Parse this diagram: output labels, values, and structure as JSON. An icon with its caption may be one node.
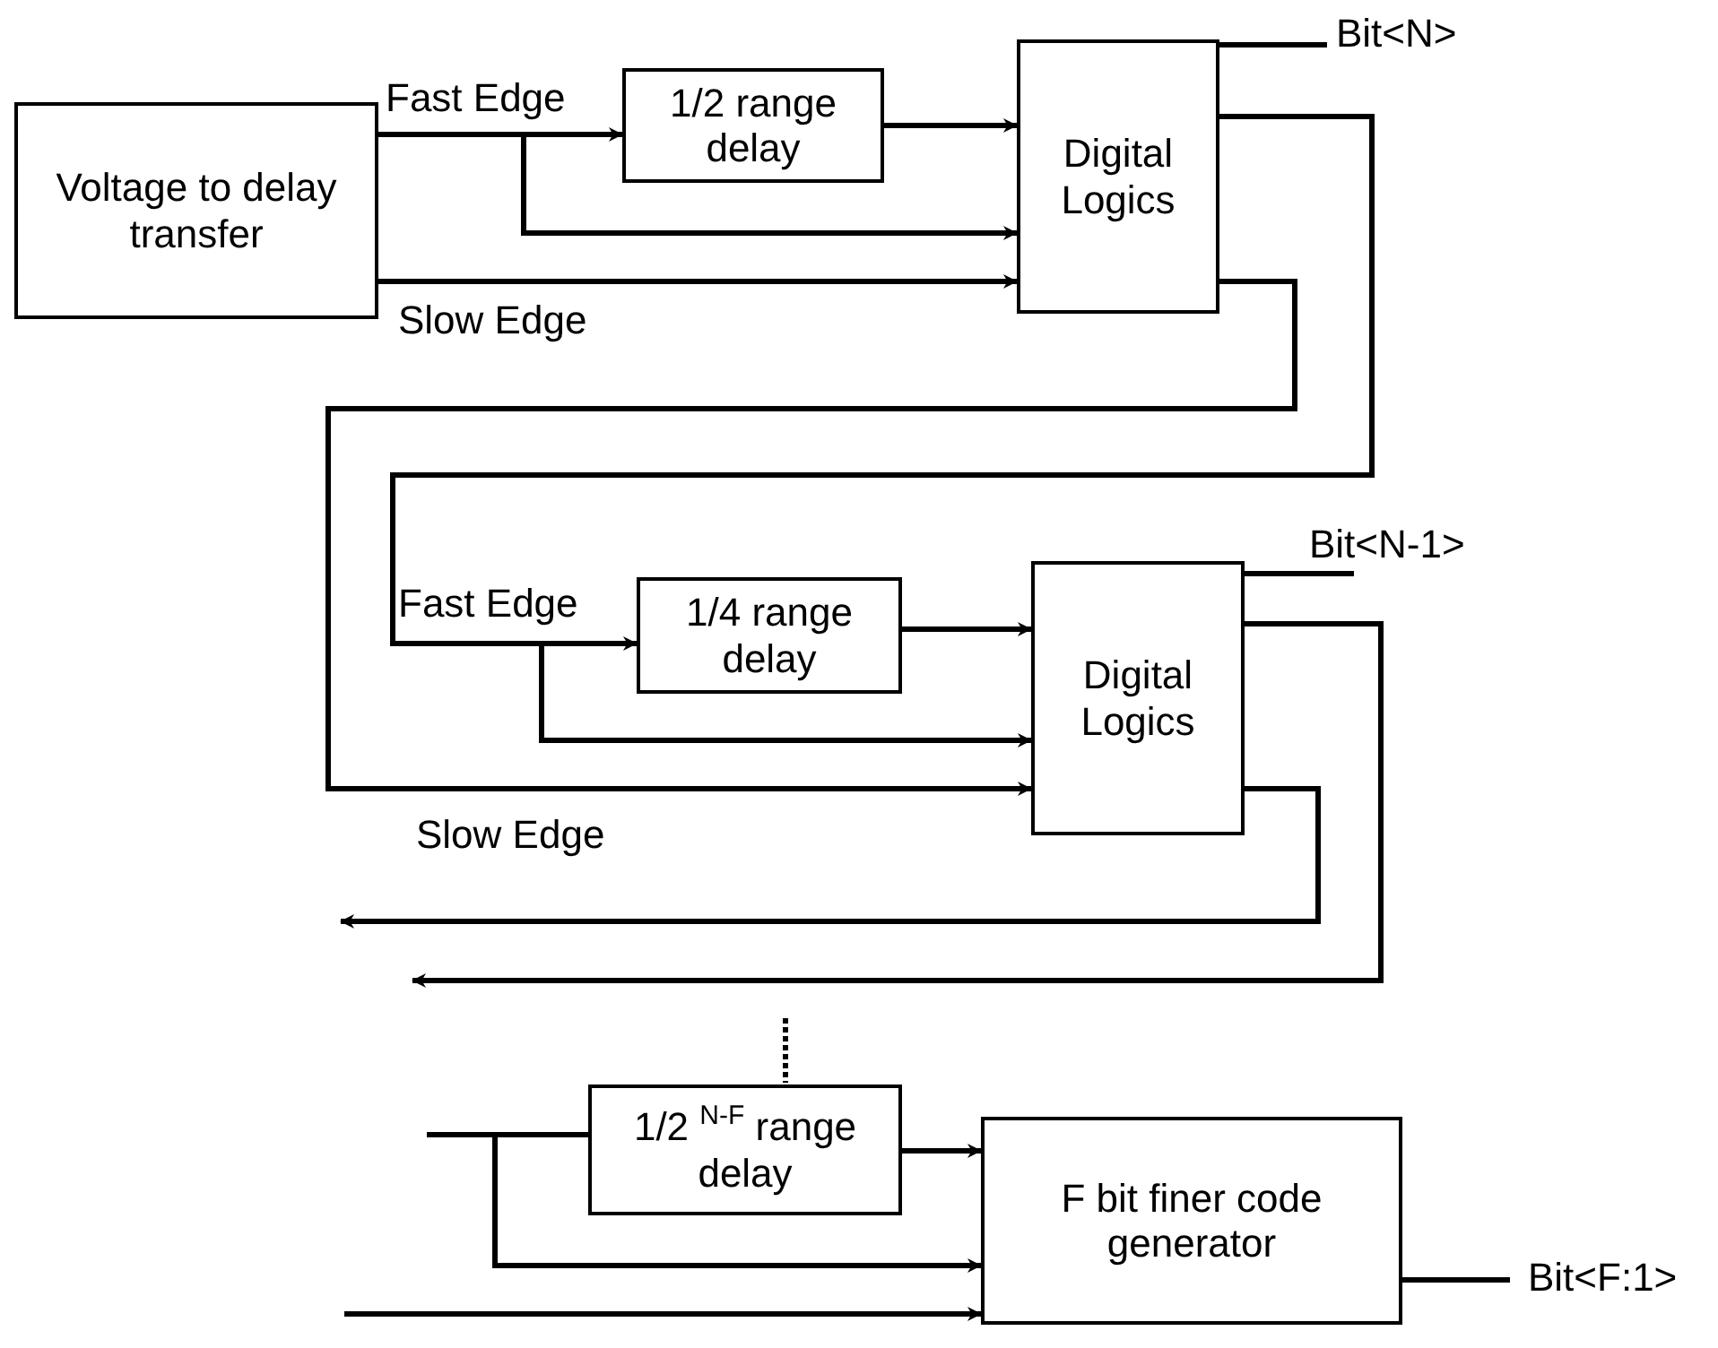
{
  "diagram": {
    "nodes": [
      {
        "text": [
          "Voltage to delay transfer"
        ]
      },
      {
        "text": [
          "1/2 range delay"
        ]
      },
      {
        "text": [
          "Digital Logics"
        ]
      },
      {
        "text": [
          "1/4 range delay"
        ]
      },
      {
        "text": [
          "Digital Logics"
        ]
      },
      {
        "text": [
          "1/2 $^{N-F}$ range delay"
        ]
      },
      {
        "text": [
          "F bit finer code generator"
        ]
      }
    ],
    "edges": [
      {
        "from": 0,
        "to": 1,
        "arrow": "to",
        "label": "Fast Edge"
      },
      {
        "from": 0,
        "to": 2,
        "arrow": "to"
      },
      {
        "from": 0,
        "to": 2,
        "arrow": "to",
        "label": "Slow Edge"
      },
      {
        "from": 1,
        "to": 2,
        "arrow": "to"
      },
      {
        "from": 2,
        "to": null,
        "arrow": "none",
        "label": "Bit<N>"
      },
      {
        "from": 2,
        "to": 3,
        "arrow": "to",
        "label": "Fast Edge"
      },
      {
        "from": 2,
        "to": 4,
        "arrow": "to"
      },
      {
        "from": 2,
        "to": 4,
        "arrow": "to",
        "label": "Slow Edge"
      },
      {
        "from": 3,
        "to": 4,
        "arrow": "to"
      },
      {
        "from": 4,
        "to": null,
        "arrow": "none",
        "label": "Bit<N-1>"
      },
      {
        "from": 4,
        "to": null,
        "arrow": "to"
      },
      {
        "from": 4,
        "to": null,
        "arrow": "to"
      },
      {
        "from": null,
        "to": 5,
        "arrow": "none"
      },
      {
        "from": null,
        "to": 6,
        "arrow": "to"
      },
      {
        "from": 5,
        "to": 6,
        "arrow": "to"
      },
      {
        "from": null,
        "to": 6,
        "arrow": "to"
      },
      {
        "from": 6,
        "to": null,
        "arrow": "none",
        "label": "Bit<F:1>"
      }
    ]
  }
}
